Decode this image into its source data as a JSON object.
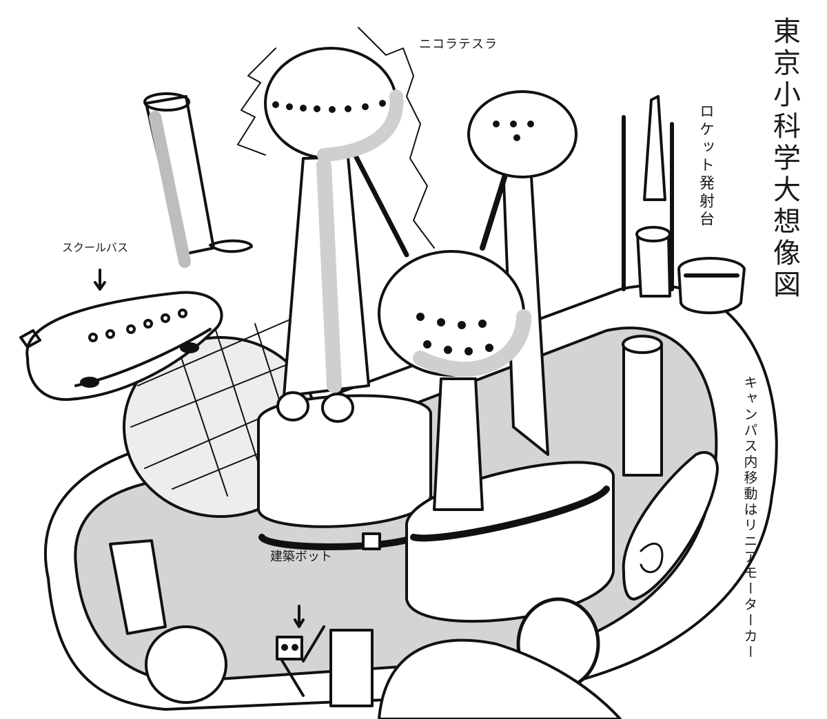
{
  "labels": {
    "title": "東京小科学大想像図",
    "tesla_coil": "ニコラテスラ",
    "rocket": "ロケット発射台",
    "school_bus": "スクールバス",
    "campus_transport": "キャンパス内移動はリニアモーターカー",
    "builder_robot": "建築ボット"
  },
  "colors": {
    "ink": "#111111",
    "shade": "#bdbdbd",
    "dark_shade": "#8f8f8f",
    "paper": "#ffffff"
  }
}
